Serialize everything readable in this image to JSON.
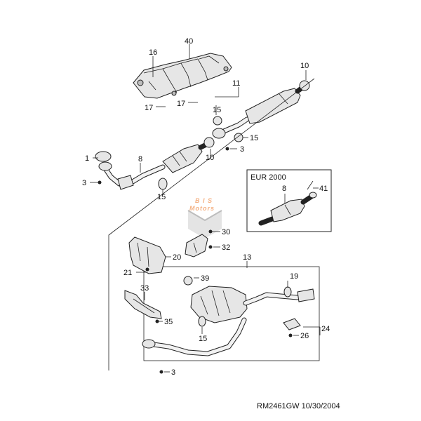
{
  "labels": {
    "n1": "1",
    "n3a": "3",
    "n3b": "3",
    "n3c": "3",
    "n8a": "8",
    "n8b": "8",
    "n10a": "10",
    "n10b": "10",
    "n11": "11",
    "n13": "13",
    "n15a": "15",
    "n15b": "15",
    "n15c": "15",
    "n15d": "15",
    "n16": "16",
    "n17a": "17",
    "n17b": "17",
    "n19": "19",
    "n20": "20",
    "n21": "21",
    "n24": "24",
    "n26": "26",
    "n30": "30",
    "n32": "32",
    "n33": "33",
    "n35": "35",
    "n39": "39",
    "n40": "40",
    "n41": "41"
  },
  "inset_title": "EUR 2000",
  "watermark": {
    "top": "B I S",
    "bottom": "Motors",
    "color": "#f4b183"
  },
  "caption": "RM2461GW  10/30/2004"
}
